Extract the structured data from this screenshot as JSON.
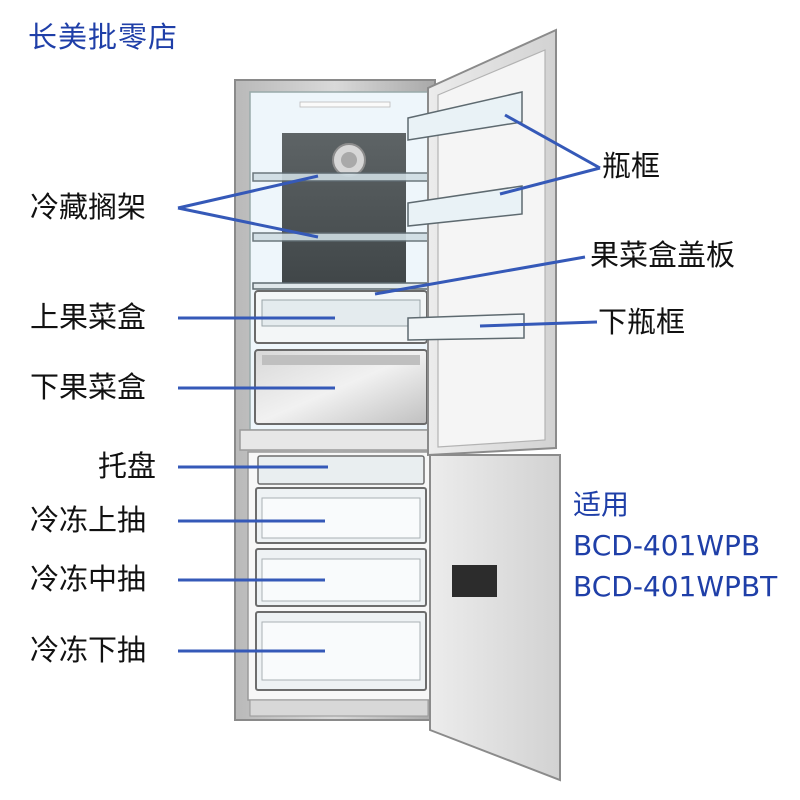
{
  "store_name": "长美批零店",
  "labels": {
    "fridge_shelf": "冷藏搁架",
    "bottle_rack": "瓶框",
    "crisper_cover": "果菜盒盖板",
    "upper_crisper": "上果菜盒",
    "lower_bottle_rack": "下瓶框",
    "lower_crisper": "下果菜盒",
    "tray": "托盘",
    "freezer_upper": "冷冻上抽",
    "freezer_middle": "冷冻中抽",
    "freezer_lower": "冷冻下抽"
  },
  "compatibility": {
    "heading": "适用",
    "models": [
      "BCD-401WPB",
      "BCD-401WPBT"
    ]
  },
  "colors": {
    "accent": "#1f3fa8",
    "pointer": "#3559b8"
  }
}
